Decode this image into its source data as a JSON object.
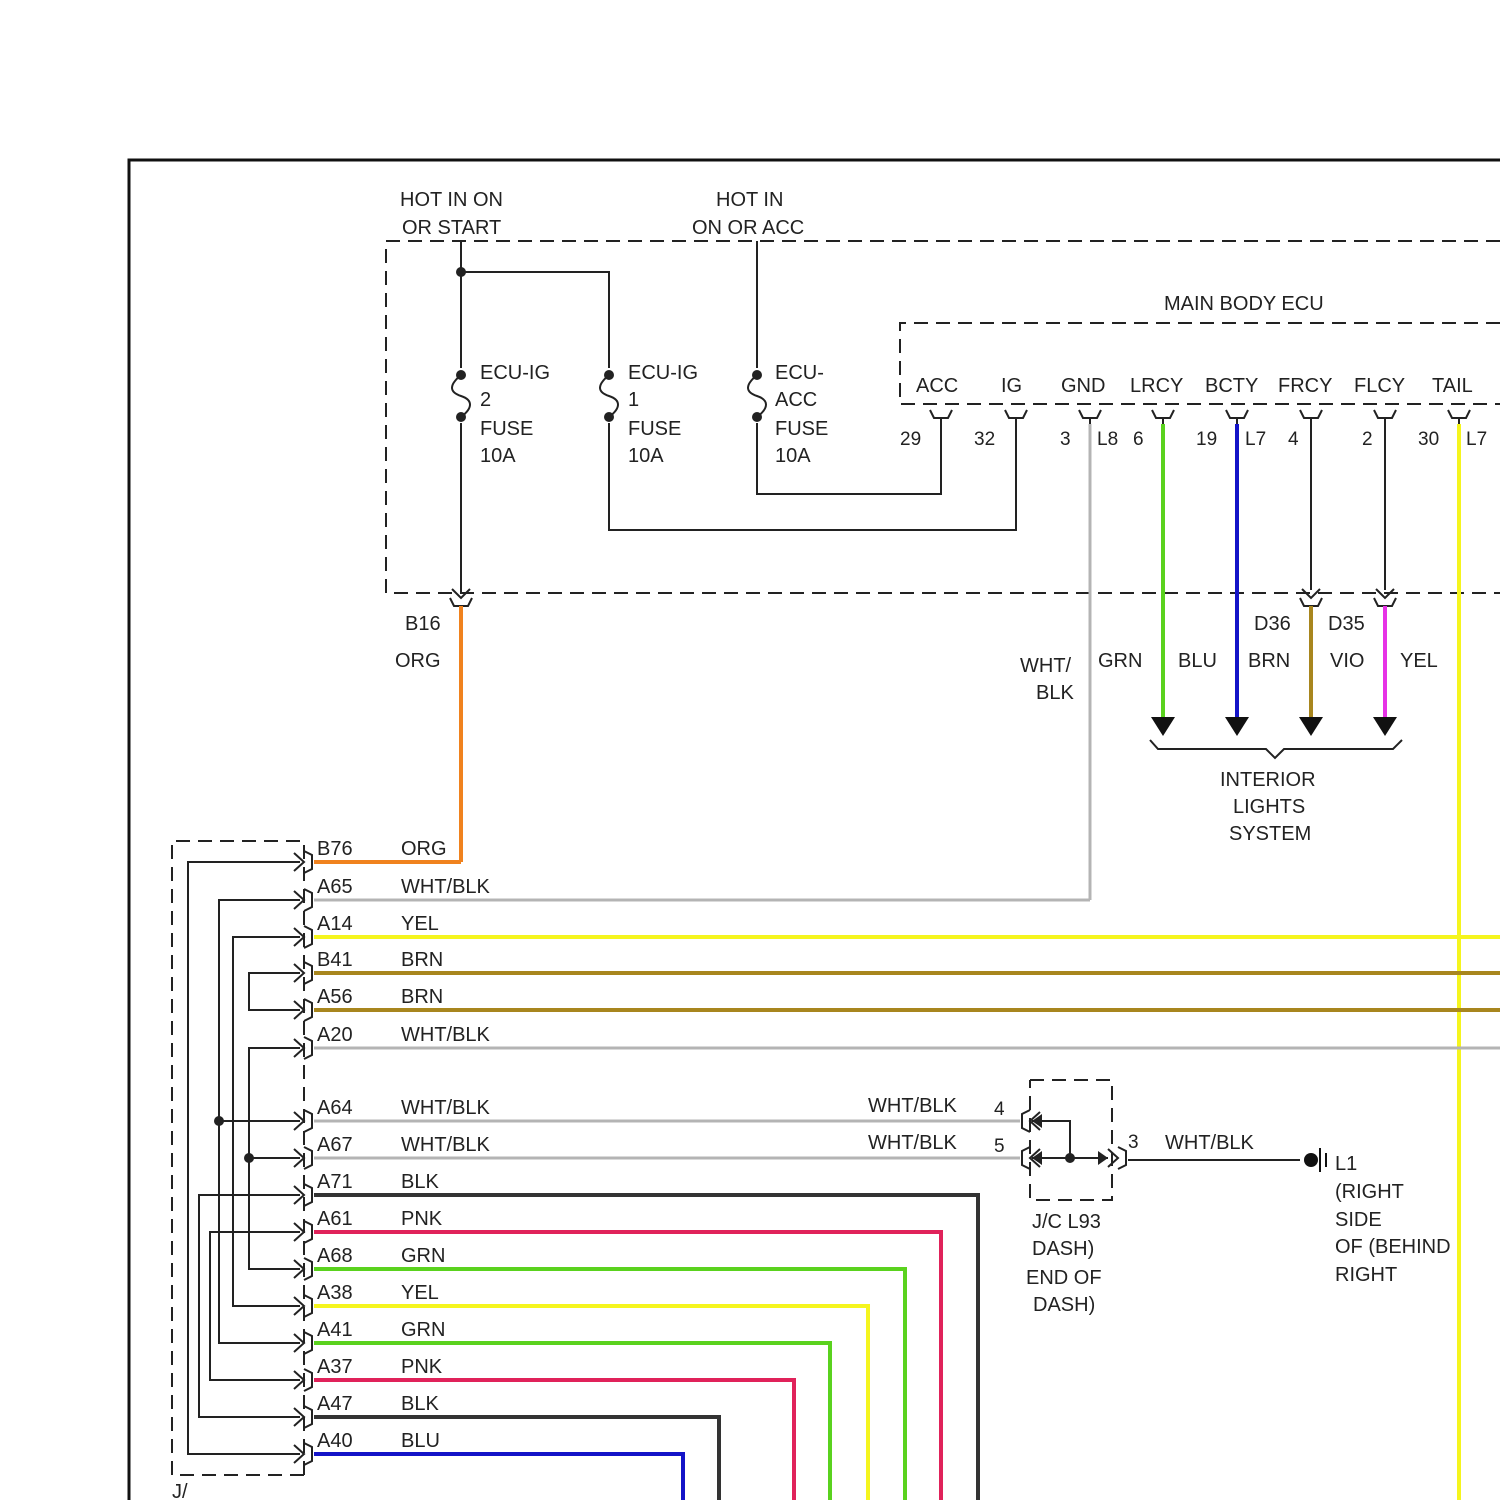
{
  "supplies": {
    "hot_on_start": [
      "HOT IN ON",
      "OR START"
    ],
    "hot_on_acc": [
      "HOT IN",
      "ON OR ACC"
    ]
  },
  "fuses": [
    {
      "id": "ecu-ig2",
      "lines": [
        "ECU-IG",
        "2",
        "FUSE",
        "10A"
      ]
    },
    {
      "id": "ecu-ig1",
      "lines": [
        "ECU-IG",
        "1",
        "FUSE",
        "10A"
      ]
    },
    {
      "id": "ecu-acc",
      "lines": [
        "ECU-",
        "ACC",
        "FUSE",
        "10A"
      ]
    }
  ],
  "ecu": {
    "title": "MAIN BODY ECU",
    "terminals": [
      "ACC",
      "IG",
      "GND",
      "LRCY",
      "BCTY",
      "FRCY",
      "FLCY",
      "TAIL"
    ],
    "pins": [
      "29",
      "32",
      "3",
      "L8",
      "6",
      "19",
      "L7",
      "4",
      "2",
      "30",
      "L7"
    ]
  },
  "connector_b16": {
    "pin": "B16",
    "color": "ORG"
  },
  "ecu_wire_labels": {
    "gnd": [
      "WHT/",
      "BLK"
    ],
    "lrcy": "GRN",
    "bcty": "BLU",
    "frcy": "BRN",
    "flcy": "VIO",
    "tail": "YEL",
    "frcy_pin": "D36",
    "flcy_pin": "D35"
  },
  "interior_lights": [
    "INTERIOR",
    "LIGHTS",
    "SYSTEM"
  ],
  "junction_rows": [
    {
      "pin": "B76",
      "color": "ORG"
    },
    {
      "pin": "A65",
      "color": "WHT/BLK"
    },
    {
      "pin": "A14",
      "color": "YEL"
    },
    {
      "pin": "B41",
      "color": "BRN"
    },
    {
      "pin": "A56",
      "color": "BRN"
    },
    {
      "pin": "A20",
      "color": "WHT/BLK"
    },
    {
      "pin": "A64",
      "color": "WHT/BLK"
    },
    {
      "pin": "A67",
      "color": "WHT/BLK"
    },
    {
      "pin": "A71",
      "color": "BLK"
    },
    {
      "pin": "A61",
      "color": "PNK"
    },
    {
      "pin": "A68",
      "color": "GRN"
    },
    {
      "pin": "A38",
      "color": "YEL"
    },
    {
      "pin": "A41",
      "color": "GRN"
    },
    {
      "pin": "A37",
      "color": "PNK"
    },
    {
      "pin": "A47",
      "color": "BLK"
    },
    {
      "pin": "A40",
      "color": "BLU"
    }
  ],
  "jc_l93": {
    "pin_in_1": "4",
    "pin_in_2": "5",
    "pin_out": "3",
    "wire_in_1": "WHT/BLK",
    "wire_in_2": "WHT/BLK",
    "wire_out": "WHT/BLK",
    "caption": [
      "J/C L93",
      "DASH)",
      "END OF",
      "DASH)"
    ]
  },
  "ground_l1": [
    "L1",
    "(RIGHT",
    "SIDE",
    "OF (BEHIND",
    "RIGHT"
  ],
  "junction_box_label": "J/",
  "wire_colors": {
    "ORG": "#f0821e",
    "YEL": "#f5f51e",
    "BRN": "#a8861e",
    "WHT/BLK": "#b4b4b4",
    "BLK": "#333333",
    "PNK": "#e0225a",
    "GRN": "#5ad21e",
    "BLU": "#1414c8",
    "VIO": "#e632e6"
  }
}
